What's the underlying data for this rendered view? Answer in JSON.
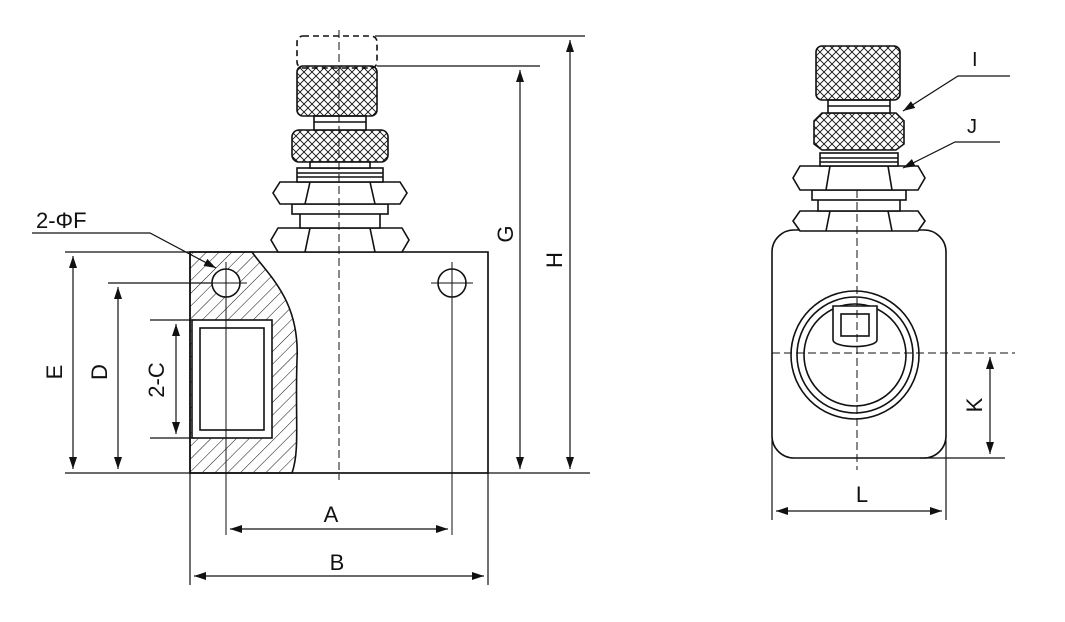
{
  "labels": {
    "A": "A",
    "B": "B",
    "D": "D",
    "E": "E",
    "G": "G",
    "H": "H",
    "I": "I",
    "J": "J",
    "K": "K",
    "L": "L",
    "C2": "2-C",
    "F2": "2-ΦF"
  },
  "colors": {
    "stroke": "#111111",
    "background": "#ffffff"
  }
}
